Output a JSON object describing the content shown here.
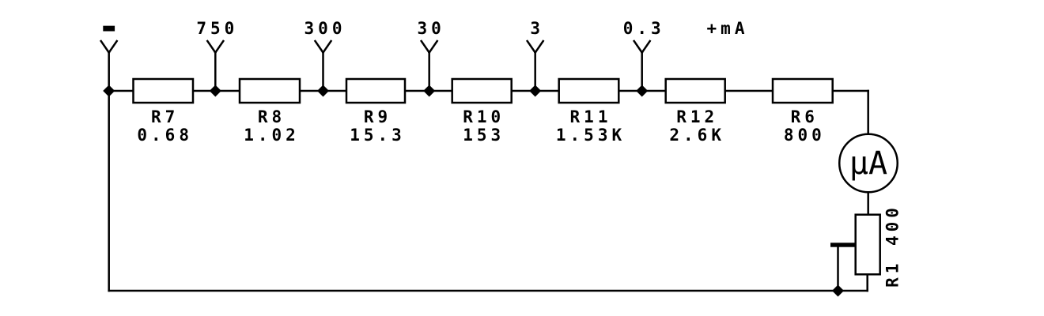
{
  "colors": {
    "background": "#ffffff",
    "line": "#000000"
  },
  "terminals": [
    {
      "label": "-"
    },
    {
      "label": "750"
    },
    {
      "label": "300"
    },
    {
      "label": "30"
    },
    {
      "label": "3"
    },
    {
      "label": "0.3"
    }
  ],
  "output_terminal": {
    "label": "+mA"
  },
  "resistors": [
    {
      "ref": "R7",
      "value": "0.68"
    },
    {
      "ref": "R8",
      "value": "1.02"
    },
    {
      "ref": "R9",
      "value": "15.3"
    },
    {
      "ref": "R10",
      "value": "153"
    },
    {
      "ref": "R11",
      "value": "1.53K"
    },
    {
      "ref": "R12",
      "value": "2.6K"
    },
    {
      "ref": "R6",
      "value": "800"
    }
  ],
  "meter": {
    "label": "µA"
  },
  "trimmer": {
    "label": "R1 400"
  }
}
